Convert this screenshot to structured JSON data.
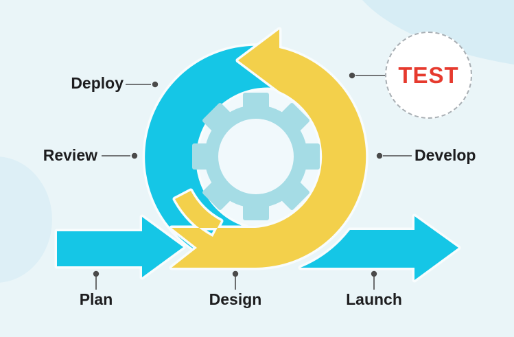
{
  "title": "Agile development cycle diagram",
  "stages": {
    "deploy": "Deploy",
    "review": "Review",
    "plan": "Plan",
    "design": "Design",
    "launch": "Launch",
    "develop": "Develop",
    "test": "TEST"
  },
  "colors": {
    "background": "#eaf5f8",
    "blob": "#d7edf5",
    "blob2": "#ddeff6",
    "interior": "#f1f9fc",
    "cyan": "#15c6e6",
    "yellow": "#f3d04b",
    "gear": "#a5dce5",
    "outline": "#f8fcfd",
    "connector": "#4a4a4a",
    "text": "#1d1d1f",
    "test_red": "#e63a2e",
    "test_border": "#a8aeb3",
    "test_bg": "#ffffff"
  }
}
